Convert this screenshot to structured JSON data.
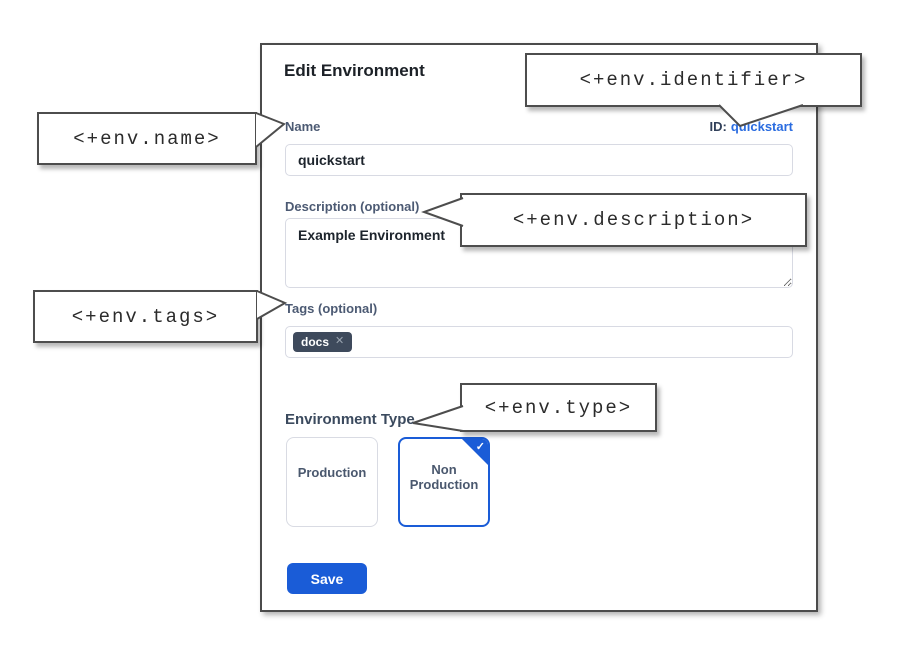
{
  "dialog": {
    "title": "Edit Environment",
    "name_label": "Name",
    "id_prefix": "ID:",
    "id_value": "quickstart",
    "name_value": "quickstart",
    "description_label": "Description (optional)",
    "description_value": "Example Environment",
    "tags_label": "Tags (optional)",
    "tag_chip": "docs",
    "tag_remove_icon": "✕",
    "env_type_label": "Environment Type",
    "type_options": [
      {
        "label": "Production",
        "selected": false
      },
      {
        "label": "Non Production",
        "selected": true
      }
    ],
    "selected_check_icon": "✓",
    "save_label": "Save"
  },
  "callouts": {
    "name": "<+env.name>",
    "identifier": "<+env.identifier>",
    "description": "<+env.description>",
    "tags": "<+env.tags>",
    "type": "<+env.type>"
  },
  "colors": {
    "primary_blue": "#1a5cd7",
    "link_blue": "#2a6ce0",
    "label_slate": "#4c5a73",
    "chip_bg": "#3e4a5c",
    "border_gray": "#d8dae3",
    "callout_border": "#4d4d4d"
  }
}
